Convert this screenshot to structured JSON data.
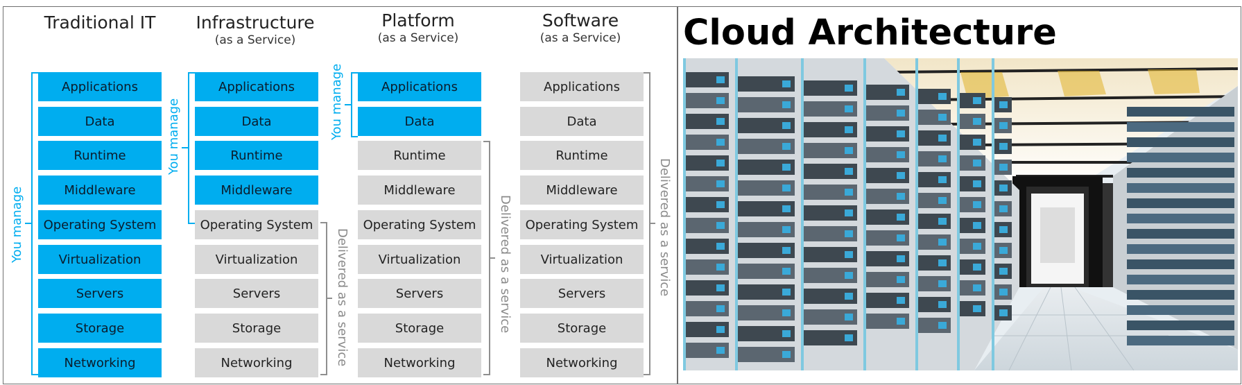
{
  "columns": [
    {
      "title": "Traditional IT",
      "subtitle": ""
    },
    {
      "title": "Infrastructure",
      "subtitle": "(as a Service)"
    },
    {
      "title": "Platform",
      "subtitle": "(as a Service)"
    },
    {
      "title": "Software",
      "subtitle": "(as a Service)"
    }
  ],
  "layers": [
    "Applications",
    "Data",
    "Runtime",
    "Middleware",
    "Operating System",
    "Virtualization",
    "Servers",
    "Storage",
    "Networking"
  ],
  "labels": {
    "you_manage": "You manage",
    "delivered": "Delivered as a service"
  },
  "colors": {
    "managed": "#00adef",
    "delivered": "#d9d9d9",
    "bracket_grey": "#8f8f8f"
  },
  "right_panel": {
    "title": "Cloud Architecture"
  }
}
